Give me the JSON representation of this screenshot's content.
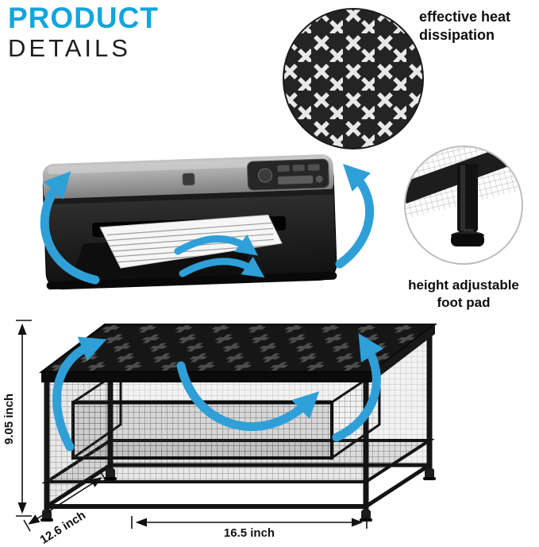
{
  "title": {
    "line1": "PRODUCT",
    "line2": "DETAILS",
    "accent_color": "#12A5DE",
    "secondary_color": "#1d1d1d"
  },
  "callouts": {
    "heat": {
      "line1": "effective heat",
      "line2": "dissipation"
    },
    "foot": {
      "line1": "height adjustable",
      "line2": "foot pad"
    }
  },
  "dimensions": {
    "height": "9.05 inch",
    "depth": "12.6 inch",
    "width": "16.5 inch"
  },
  "colors": {
    "arrow_blue": "#2F9FD8",
    "frame_black": "#141414",
    "mesh_gray": "#4a4a4a",
    "circle_dark": "#242424",
    "paper_white": "#f6f6f6"
  },
  "icons": {
    "heat_circle": "mesh-x-pattern-detail",
    "foot_circle": "adjustable-foot-detail",
    "airflow_arrows": "curved-airflow-arrow",
    "dimension_arrows": "double-headed-measure-arrow"
  }
}
